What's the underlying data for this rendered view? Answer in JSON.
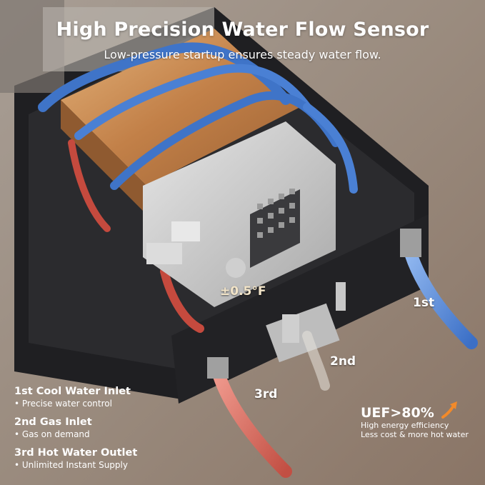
{
  "title": "High Precision Water Flow Sensor",
  "subtitle": "Low-pressure startup ensures steady water flow.",
  "temperature": "±0.5°F",
  "callouts": {
    "first": "1st",
    "second": "2nd",
    "third": "3rd"
  },
  "features": [
    {
      "title": "1st Cool Water Inlet",
      "detail": "• Precise water control"
    },
    {
      "title": "2nd Gas Inlet",
      "detail": "• Gas on demand"
    },
    {
      "title": "3rd Hot Water Outlet",
      "detail": "• Unlimited Instant Supply"
    }
  ],
  "uef": {
    "value": "UEF>80%",
    "line1": "High energy efficiency",
    "line2": "Less cost & more hot water"
  },
  "colors": {
    "background": "#9c8f82",
    "cool_pipe": "#4f86d6",
    "hot_pipe": "#d5685c",
    "heat_exchanger": "#c58b52",
    "accent_arrow": "#f28a2a"
  }
}
